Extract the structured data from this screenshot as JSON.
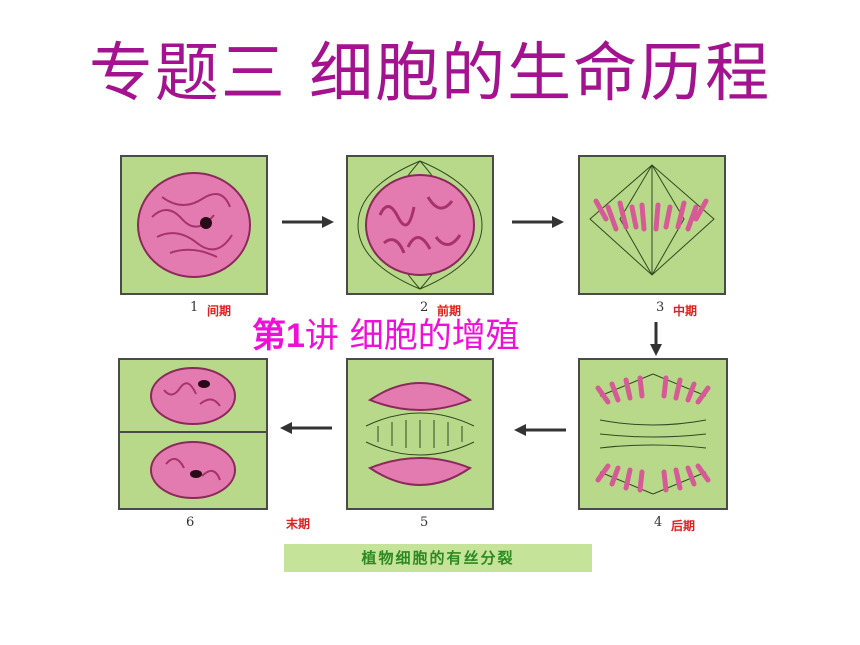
{
  "title": "专题三  细胞的生命历程",
  "subtitle": {
    "num": "第1",
    "rest": "讲 细胞的增殖"
  },
  "caption": "植物细胞的有丝分裂",
  "stages": [
    {
      "number": "1",
      "label": "间期"
    },
    {
      "number": "2",
      "label": "前期"
    },
    {
      "number": "3",
      "label": "中期"
    },
    {
      "number": "4",
      "label": "后期"
    },
    {
      "number": "5",
      "label": ""
    },
    {
      "number": "6",
      "label": "末期"
    }
  ],
  "colors": {
    "title": "#a3128f",
    "subtitle": "#f00fd8",
    "panel": "#b9d98a",
    "cell": "#e47bb0",
    "chromosome": "#b3306e",
    "label": "#e0201e",
    "caption_text": "#2d8a20"
  }
}
